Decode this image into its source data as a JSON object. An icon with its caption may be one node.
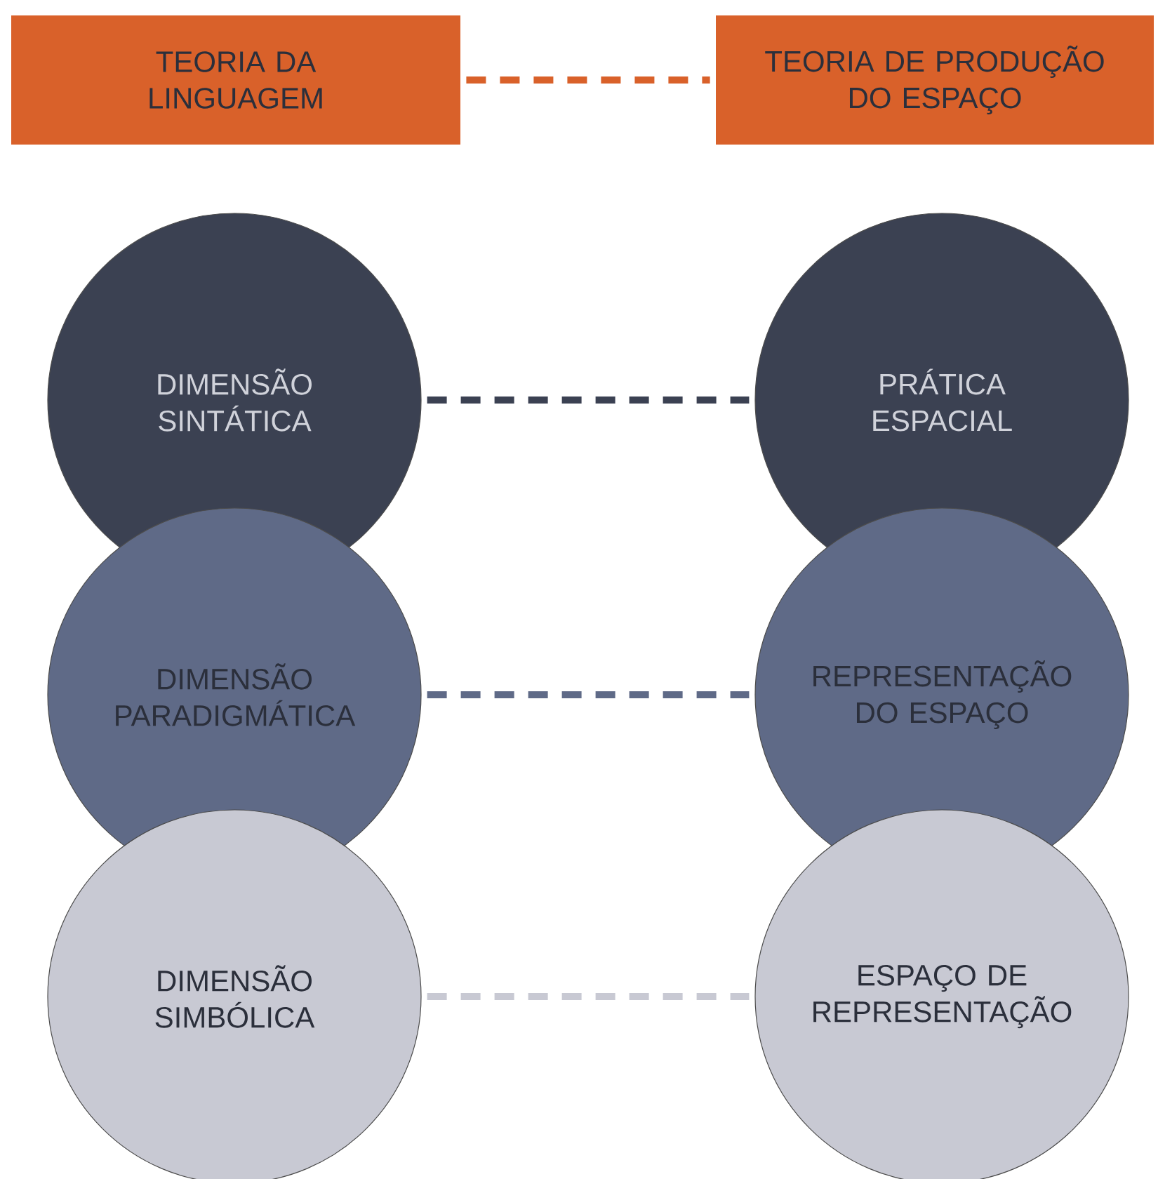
{
  "diagram": {
    "nodes": [
      {
        "text": [
          "TEORIA DA LINGUAGEM"
        ]
      },
      {
        "text": [
          "TEORIA DE PRODUÇÃO DO ESPAÇO"
        ]
      },
      {
        "text": [
          "DIMENSÃO SINTÁTICA"
        ]
      },
      {
        "text": [
          "PRÁTICA ESPACIAL"
        ]
      },
      {
        "text": [
          "DIMENSÃO PARADIGMÁTICA"
        ]
      },
      {
        "text": [
          "REPRESENTAÇÃO DO ESPAÇO"
        ]
      },
      {
        "text": [
          "DIMENSÃO SIMBÓLICA"
        ]
      },
      {
        "text": [
          "ESPAÇO DE REPRESENTAÇÃO"
        ]
      }
    ],
    "edges": [
      {
        "from": 0,
        "to": 1,
        "arrow": "none",
        "style": "dashed",
        "color": "#d9612a"
      },
      {
        "from": 2,
        "to": 3,
        "arrow": "none",
        "style": "dashed",
        "color": "#3b4152"
      },
      {
        "from": 4,
        "to": 5,
        "arrow": "none",
        "style": "dashed",
        "color": "#5f6a87"
      },
      {
        "from": 6,
        "to": 7,
        "arrow": "none",
        "style": "dashed",
        "color": "#c8c9d3"
      }
    ]
  }
}
